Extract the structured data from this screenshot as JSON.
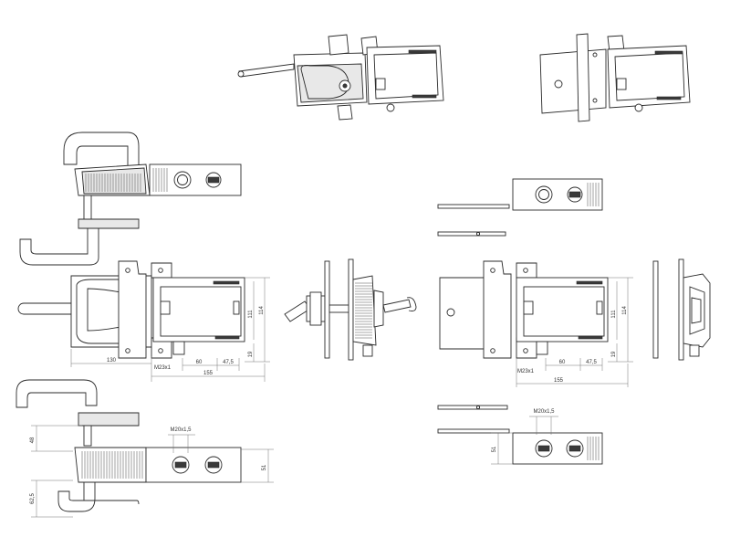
{
  "dimensions": {
    "front_left": {
      "height_inner": "111",
      "height_outer": "114",
      "bottom_offset": "19",
      "handle_reach": "130",
      "thread": "M23x1",
      "spacing_a": "60",
      "spacing_b": "47,5",
      "total_length": "155"
    },
    "bottom_left": {
      "handle_offset": "48",
      "thread": "M20x1,5",
      "body_height": "51",
      "handle_depth": "62,5"
    },
    "front_right": {
      "height_inner": "111",
      "height_outer": "114",
      "bottom_offset": "19",
      "thread": "M23x1",
      "spacing_a": "60",
      "spacing_b": "47,5",
      "total_length": "155"
    },
    "bottom_right": {
      "thread": "M20x1,5",
      "body_height": "51"
    }
  },
  "colors": {
    "line": "#2b2b2b",
    "dimension": "#666666",
    "background": "#ffffff"
  }
}
